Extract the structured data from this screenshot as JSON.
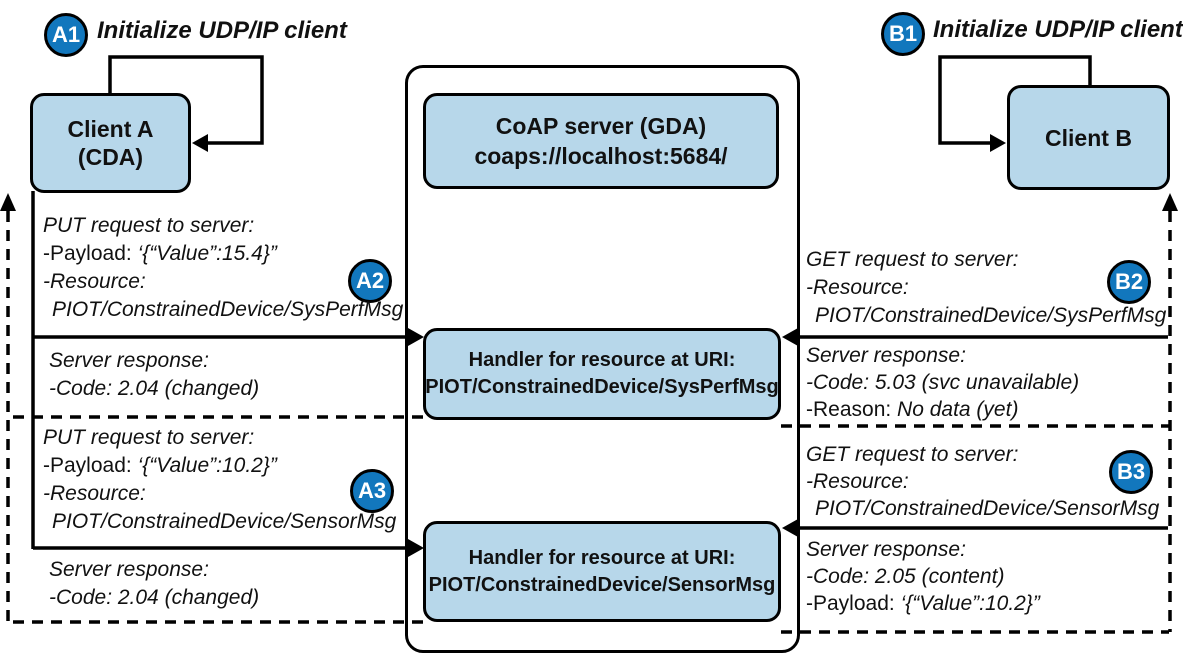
{
  "clients": {
    "a": {
      "line1": "Client A",
      "line2": "(CDA)"
    },
    "b": {
      "line1": "Client B"
    }
  },
  "steps": {
    "a1": {
      "badge": "A1",
      "label": "Initialize UDP/IP client"
    },
    "b1": {
      "badge": "B1",
      "label": "Initialize UDP/IP client"
    },
    "a2": {
      "badge": "A2"
    },
    "a3": {
      "badge": "A3"
    },
    "b2": {
      "badge": "B2"
    },
    "b3": {
      "badge": "B3"
    }
  },
  "server": {
    "title": "CoAP server (GDA)",
    "address": "coaps://localhost:5684/"
  },
  "handlers": {
    "sysperf": {
      "title": "Handler for resource at URI:",
      "uri": "PIOT/ConstrainedDevice/SysPerfMsg"
    },
    "sensor": {
      "title": "Handler for resource at URI:",
      "uri": "PIOT/ConstrainedDevice/SensorMsg"
    }
  },
  "messages": {
    "put_a2": {
      "title": "PUT request to server:",
      "payload_label": "-Payload: ",
      "payload_value": "‘{“Value”:15.4}”",
      "resource_label": "-Resource:",
      "resource_value": "PIOT/ConstrainedDevice/SysPerfMsg"
    },
    "resp_a2": {
      "title": "Server response:",
      "code": "-Code: 2.04 (changed)"
    },
    "put_a3": {
      "title": "PUT request to server:",
      "payload_label": "-Payload: ",
      "payload_value": "‘{“Value”:10.2}”",
      "resource_label": "-Resource:",
      "resource_value": "PIOT/ConstrainedDevice/SensorMsg"
    },
    "resp_a3": {
      "title": "Server response:",
      "code": "-Code: 2.04 (changed)"
    },
    "get_b2": {
      "title": "GET request to server:",
      "resource_label": "-Resource:",
      "resource_value": "PIOT/ConstrainedDevice/SysPerfMsg"
    },
    "resp_b2": {
      "title": "Server response:",
      "code": "-Code: 5.03 (svc unavailable)",
      "reason_label": "-Reason: ",
      "reason_value": "No data (yet)"
    },
    "get_b3": {
      "title": "GET request to server:",
      "resource_label": "-Resource:",
      "resource_value": "PIOT/ConstrainedDevice/SensorMsg"
    },
    "resp_b3": {
      "title": "Server response:",
      "code": "-Code: 2.05 (content)",
      "payload_label": "-Payload: ",
      "payload_value": "‘{“Value”:10.2}”"
    }
  },
  "colors": {
    "box_fill": "#b7d7ea",
    "badge_fill": "#1277bd",
    "line": "#000000"
  }
}
